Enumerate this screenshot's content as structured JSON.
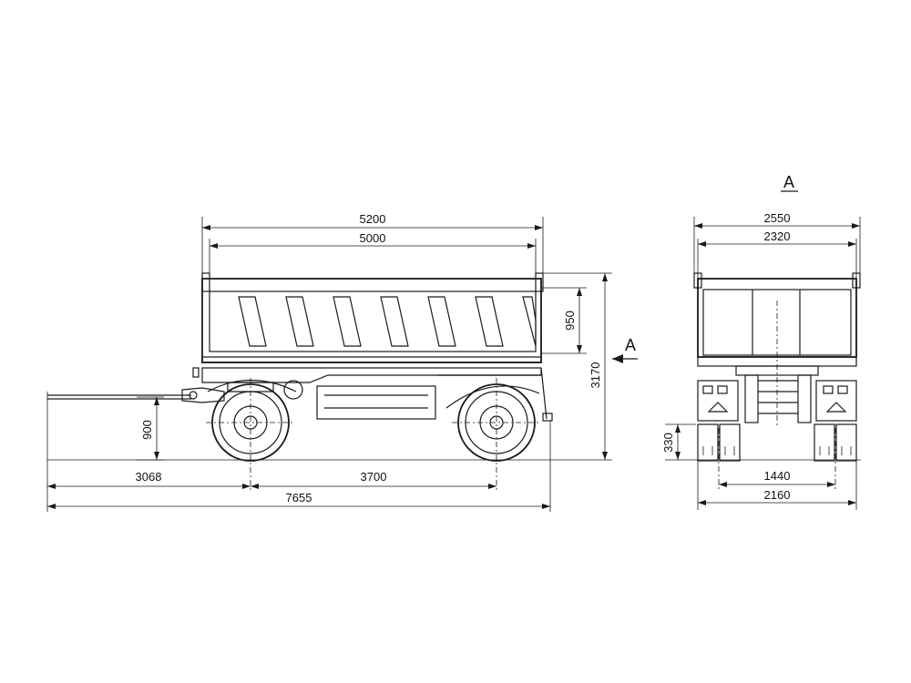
{
  "side_view": {
    "dimensions": {
      "overall_length": "7655",
      "body_outer_length": "5200",
      "body_inner_length": "5000",
      "drawbar_to_front_axle": "3068",
      "wheelbase": "3700",
      "drawbar_height": "900",
      "side_height": "950",
      "overall_height": "3170"
    },
    "view_marker": "A"
  },
  "rear_view": {
    "title": "A",
    "dimensions": {
      "overall_width": "2550",
      "body_inner_width": "2320",
      "ground_clearance": "330",
      "track_inner": "1440",
      "track_outer": "2160"
    }
  }
}
